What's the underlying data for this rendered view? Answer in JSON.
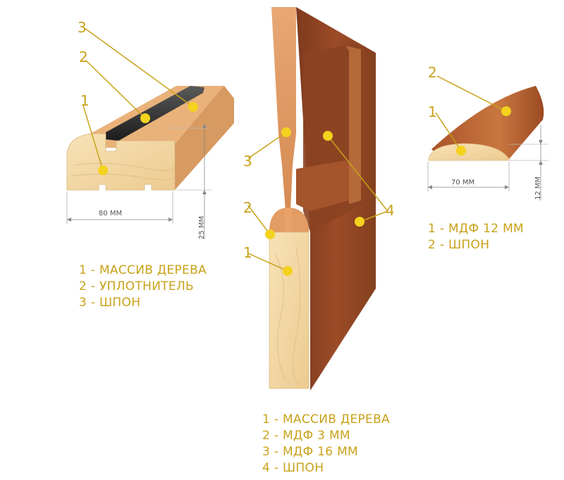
{
  "frame": {
    "callouts": [
      "1",
      "2",
      "3"
    ],
    "dim_width": "80 ММ",
    "dim_height": "25 ММ",
    "legend": [
      "1 - МАССИВ ДЕРЕВА",
      "2 - УПЛОТНИТЕЛЬ",
      "3 - ШПОН"
    ]
  },
  "door": {
    "callouts": [
      "1",
      "2",
      "3",
      "4"
    ],
    "legend": [
      "1 - МАССИВ ДЕРЕВА",
      "2 - МДФ 3 ММ",
      "3 - МДФ 16 ММ",
      "4 - ШПОН"
    ]
  },
  "strip": {
    "callouts": [
      "1",
      "2"
    ],
    "dim_width": "70 ММ",
    "dim_height": "12 ММ",
    "legend": [
      "1 - МДФ 12 ММ",
      "2 - ШПОН"
    ]
  },
  "colors": {
    "accent": "#c8a21a",
    "veneer": "#9a4a26",
    "pine": "#f2d8a6",
    "mdf": "#d98a55"
  }
}
